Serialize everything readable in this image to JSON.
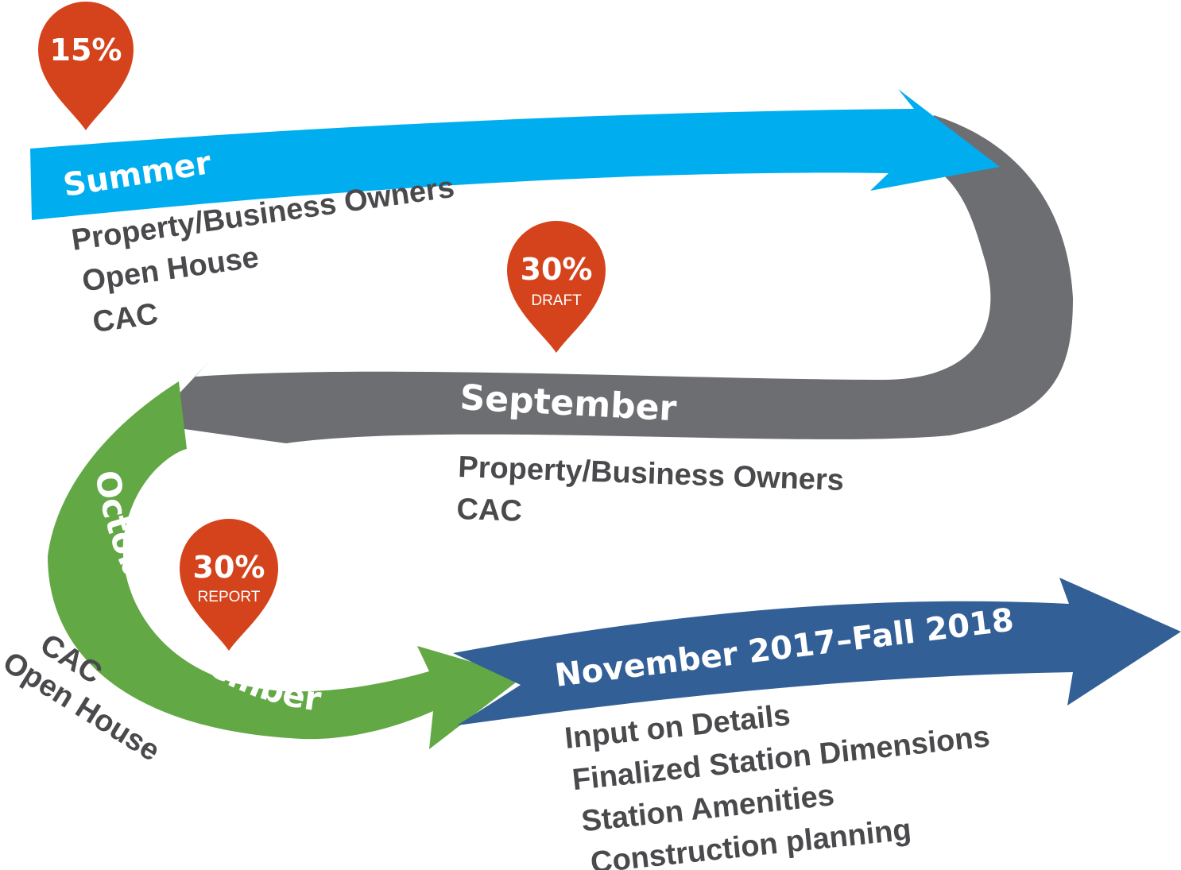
{
  "colors": {
    "summer": "#00aeef",
    "september": "#6d6e71",
    "october_november": "#62a845",
    "final": "#335f97",
    "pin": "#d4431c",
    "text": "#4a4a4d"
  },
  "phases": {
    "summer": {
      "label": "Summer",
      "items": [
        "Property/Business Owners",
        "Open House",
        "CAC"
      ]
    },
    "september": {
      "label": "September",
      "items": [
        "Property/Business Owners",
        "CAC"
      ]
    },
    "october_november": {
      "label": "October/November",
      "items": [
        "CAC",
        "Open House"
      ]
    },
    "final": {
      "label": "November 2017–Fall 2018",
      "items": [
        "Input on Details",
        "Finalized Station Dimensions",
        "Station Amenities",
        "Construction planning"
      ]
    }
  },
  "milestones": [
    {
      "percent": "15%",
      "sub": ""
    },
    {
      "percent": "30%",
      "sub": "DRAFT"
    },
    {
      "percent": "30%",
      "sub": "REPORT"
    }
  ]
}
